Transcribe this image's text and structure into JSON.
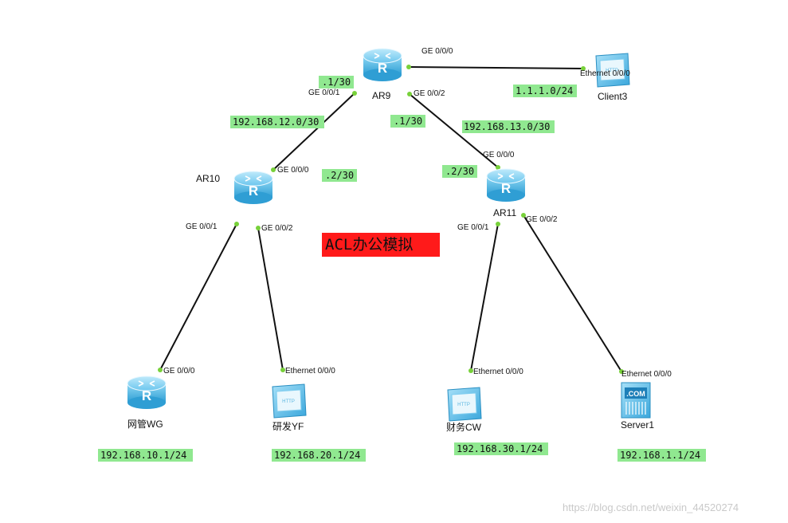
{
  "title": "ACL办公模拟",
  "colors": {
    "title_bg": "#ff1a1a",
    "label_bg": "#90e890",
    "port_dot": "#78d13a",
    "router": "#4fb8e6",
    "pc": "#6cc5ee"
  },
  "devices": {
    "ar9": "AR9",
    "ar10": "AR10",
    "ar11": "AR11",
    "client3": "Client3",
    "wg": "网管WG",
    "yf": "研发YF",
    "cw": "财务CW",
    "server1": "Server1"
  },
  "ports": {
    "ar9_ge000": "GE 0/0/0",
    "ar9_ge001": "GE 0/0/1",
    "ar9_ge002": "GE 0/0/2",
    "client3_eth": "Ethernet 0/0/0",
    "ar10_ge000": "GE 0/0/0",
    "ar10_ge001": "GE 0/0/1",
    "ar10_ge002": "GE 0/0/2",
    "ar11_ge000": "GE 0/0/0",
    "ar11_ge001": "GE 0/0/1",
    "ar11_ge002": "GE 0/0/2",
    "wg_ge000": "GE 0/0/0",
    "yf_eth": "Ethernet 0/0/0",
    "cw_eth": "Ethernet 0/0/0",
    "server1_eth": "Ethernet 0/0/0"
  },
  "addresses": {
    "ar9_g1": ".1/30",
    "ar9_g2": ".1/30",
    "net_12": "192.168.12.0/30",
    "net_13": "192.168.13.0/30",
    "net_1111": "1.1.1.0/24",
    "ar10_g0": ".2/30",
    "ar11_g0": ".2/30",
    "wg_net": "192.168.10.1/24",
    "yf_net": "192.168.20.1/24",
    "cw_net": "192.168.30.1/24",
    "server_net": "192.168.1.1/24"
  },
  "icons": {
    "router": "router-icon",
    "pc": "pc-http-icon",
    "server": "server-com-icon",
    "pc_screen_text": "HTTP",
    "server_screen_text": ".COM",
    "router_letter": "R"
  },
  "watermark": "https://blog.csdn.net/weixin_44520274"
}
